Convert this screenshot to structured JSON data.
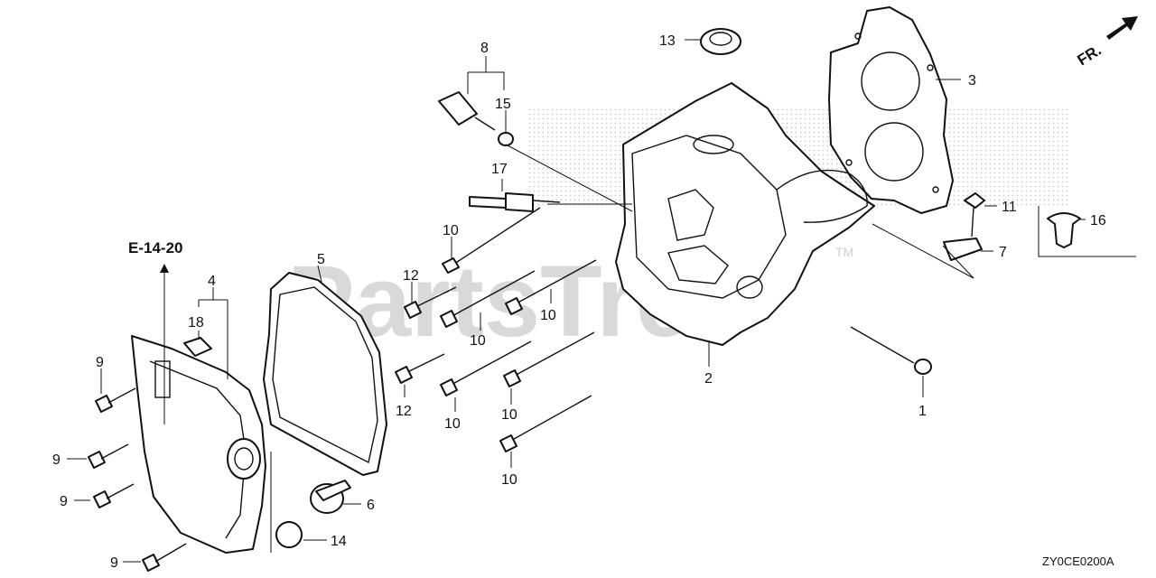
{
  "watermark": {
    "text": "PartsTree",
    "tm": "TM"
  },
  "diagram_code": "ZY0CE0200A",
  "front_indicator": "FR.",
  "reference": "E-14-20",
  "callouts": {
    "c1": "1",
    "c2": "2",
    "c3": "3",
    "c4": "4",
    "c5": "5",
    "c6": "6",
    "c7": "7",
    "c8": "8",
    "c9a": "9",
    "c9b": "9",
    "c9c": "9",
    "c9d": "9",
    "c10a": "10",
    "c10b": "10",
    "c10c": "10",
    "c10d": "10",
    "c10e": "10",
    "c10f": "10",
    "c11": "11",
    "c12a": "12",
    "c12b": "12",
    "c13": "13",
    "c14": "14",
    "c15": "15",
    "c16": "16",
    "c17": "17",
    "c18": "18"
  }
}
